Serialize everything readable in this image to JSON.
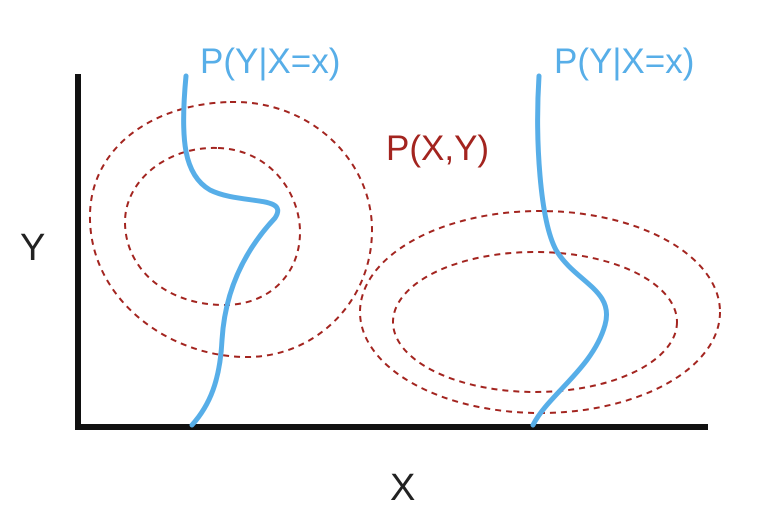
{
  "labels": {
    "conditional_left": "P(Y|X=x)",
    "conditional_right": "P(Y|X=x)",
    "joint": "P(X,Y)",
    "y_axis": "Y",
    "x_axis": "X"
  },
  "colors": {
    "axis": "#111111",
    "conditional_curve": "#57aee8",
    "joint_contour": "#a3241f",
    "axis_label_text": "#222222"
  }
}
